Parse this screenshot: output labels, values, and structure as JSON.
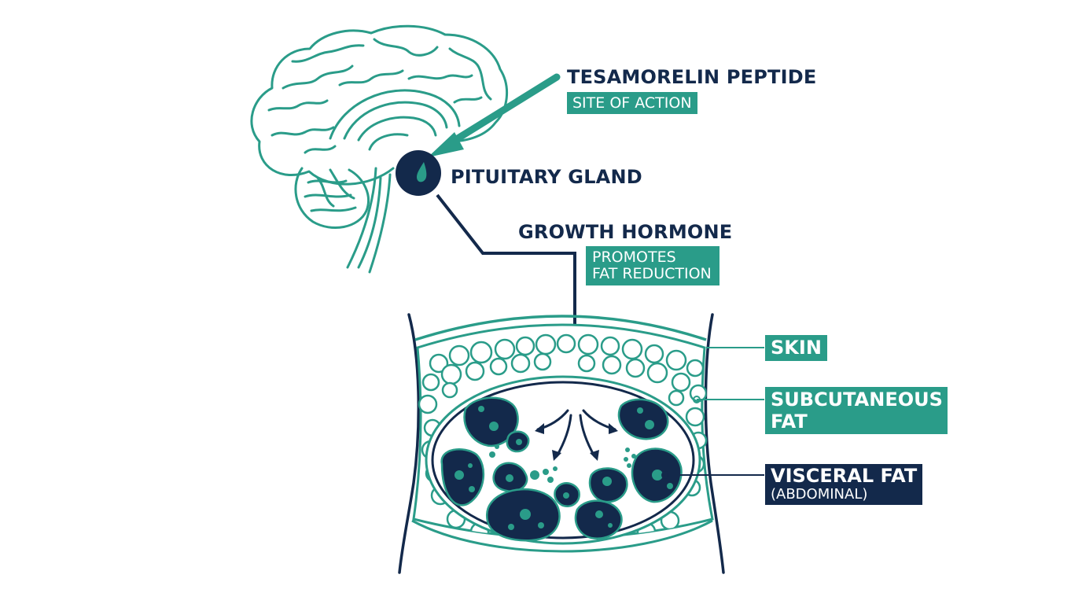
{
  "labels": {
    "tesamorelin_title": "TESAMORELIN PEPTIDE",
    "site_of_action": "SITE OF ACTION",
    "pituitary_gland": "PITUITARY GLAND",
    "growth_hormone": "GROWTH HORMONE",
    "promotes_line1": "PROMOTES",
    "promotes_line2": "FAT REDUCTION",
    "skin": "SKIN",
    "subcutaneous_line1": "SUBCUTANEOUS",
    "subcutaneous_line2": "FAT",
    "visceral_line1": "VISCERAL FAT",
    "visceral_line2": "(ABDOMINAL)"
  },
  "colors": {
    "teal": "#2a9c89",
    "navy": "#13294b",
    "background": "#ffffff"
  },
  "icons": [
    "brain-outline-icon",
    "pituitary-gland-icon",
    "abdomen-cross-section-icon",
    "fat-cell-icon"
  ]
}
